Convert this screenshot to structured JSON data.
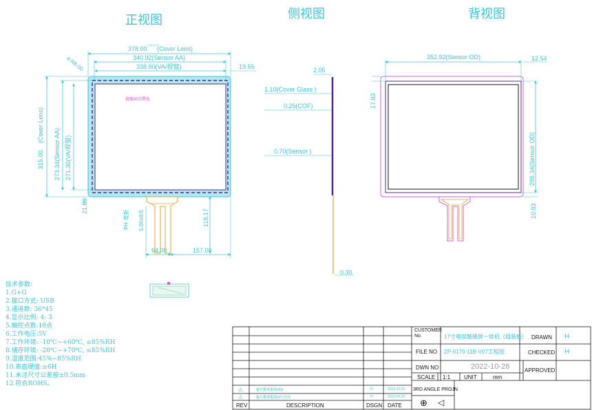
{
  "titles": {
    "front": "正视图",
    "side": "侧视图",
    "back": "背视图"
  },
  "front_view": {
    "cover_lens_width": "378.00",
    "cover_lens_width_tol": "+0.1/-0.2",
    "cover_lens_label": "(Cover Lens)",
    "sensor_aa_width": "340.92(Sensor AA)",
    "va_width": "338.90(VA/视窗)",
    "corner_radius": "4-R6.00",
    "right_margin": "19.55",
    "ink_label": "背面丝印黑色",
    "cover_lens_height": "315.00",
    "cover_lens_height_label": "(Cover Lens)",
    "sensor_aa_height": "273.34(Sensor AA)",
    "va_height": "271.30(VA/视窗)",
    "bottom_margin": "21.86",
    "fpc_label": "PH-弯折",
    "fpc_pitch": "5.00±0.5",
    "fpc_length": "118.17",
    "fpc_width": "64.00",
    "fpc_offset": "157.00"
  },
  "side_view": {
    "total": "2.05",
    "cover_glass": "1.10(Cover Glass )",
    "cof": "0.25(COF)",
    "sensor": "0.70(Sensor )",
    "fpc_thickness": "0.30"
  },
  "back_view": {
    "sensor_od_width": "352.92(Sensor OD)",
    "right_offset": "12.54",
    "left_offset": "17.83",
    "sensor_od_height": "286.34(Sensor OD)",
    "bottom_offset": "10.83"
  },
  "notes": [
    "技术参数:",
    "1.G+G",
    "2.接口方式: USB",
    "3.通道数: 36*45",
    "4.显示比例: 4: 3",
    "5.触控点数:10点",
    "6.工作电压:5V",
    "7.工作环境: -10℃~+60℃, ≤85%RH",
    "8.储存环境: -20℃~+70℃, ≤85%RH",
    "9.湿度范围:45%~85%RH",
    "10.表面硬度:≥6H",
    "11.未注尺寸公差按±0.5mm",
    "12.符合ROHS。"
  ],
  "title_block": {
    "customer_label": "CUSTOMER No.",
    "customer_value": "17寸电容触摸屏一体机（组装板）",
    "file_label": "FILE NO",
    "file_value": "ZP-0170-11B-V07工程图",
    "dwn_label": "DWN NO",
    "dwn_value": "2022-10-28",
    "scale_label": "SCALE",
    "scale_value": "1:1",
    "unit_label": "UNIT",
    "unit_value": "mm",
    "projection_label": "3RD ANGLE PROJN",
    "drawn_label": "DRAWN",
    "drawn_value": "H",
    "checked_label": "CHECKED",
    "checked_value": "H",
    "approved_label": "APPROVED",
    "rev_label": "REV",
    "desc_label": "DESCRIPTION",
    "dsgn_label": "DSGN",
    "date_label": "DATE",
    "revisions": [
      {
        "rev": "⚠",
        "desc": "客户要求更改线长",
        "dsgn": "H",
        "date": "2019.10.23"
      },
      {
        "rev": "⚠",
        "desc": "客户要求更改FPC方向",
        "dsgn": "H",
        "date": "2019.04.20"
      }
    ]
  },
  "colors": {
    "cyan": "#3fc4d4",
    "cover_fill": "#b3e8f0",
    "purple": "#4d2a8a",
    "magenta": "#d35fd8",
    "fpc": "#d4a832",
    "black": "#111111"
  }
}
